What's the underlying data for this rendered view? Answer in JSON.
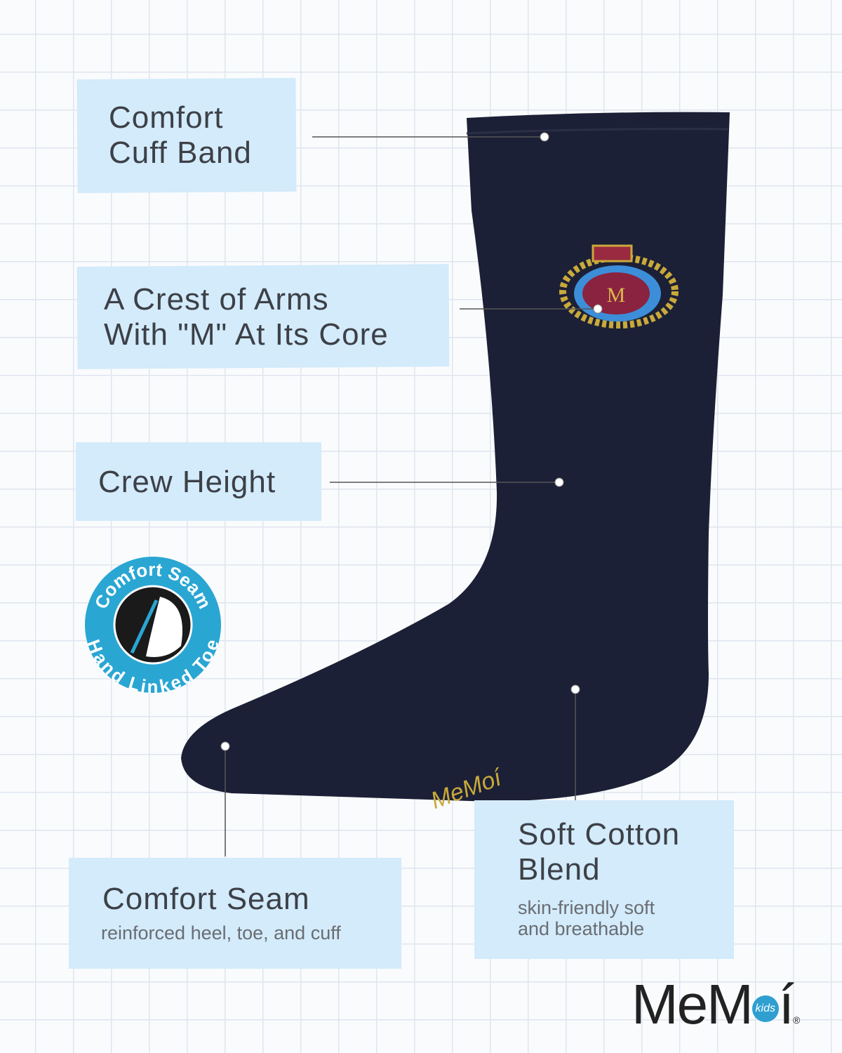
{
  "callouts": {
    "cuff": "Comfort\nCuff Band",
    "crest": "A Crest of Arms\nWith \"M\" At Its Core",
    "height": "Crew Height",
    "seam": {
      "title": "Comfort Seam",
      "sub": "reinforced heel, toe, and cuff"
    },
    "cotton": {
      "title": "Soft Cotton\nBlend",
      "sub": "skin-friendly soft\nand breathable"
    }
  },
  "badge": {
    "top": "Comfort Seam",
    "bottom": "Hand Linked Toe"
  },
  "brand": {
    "name": "MeMoí",
    "sub": "kids",
    "mark": "®"
  },
  "crest_letter": "M",
  "colors": {
    "sock": "#1c2036",
    "accent": "#d3ebfb",
    "badge": "#2aa6d3"
  }
}
